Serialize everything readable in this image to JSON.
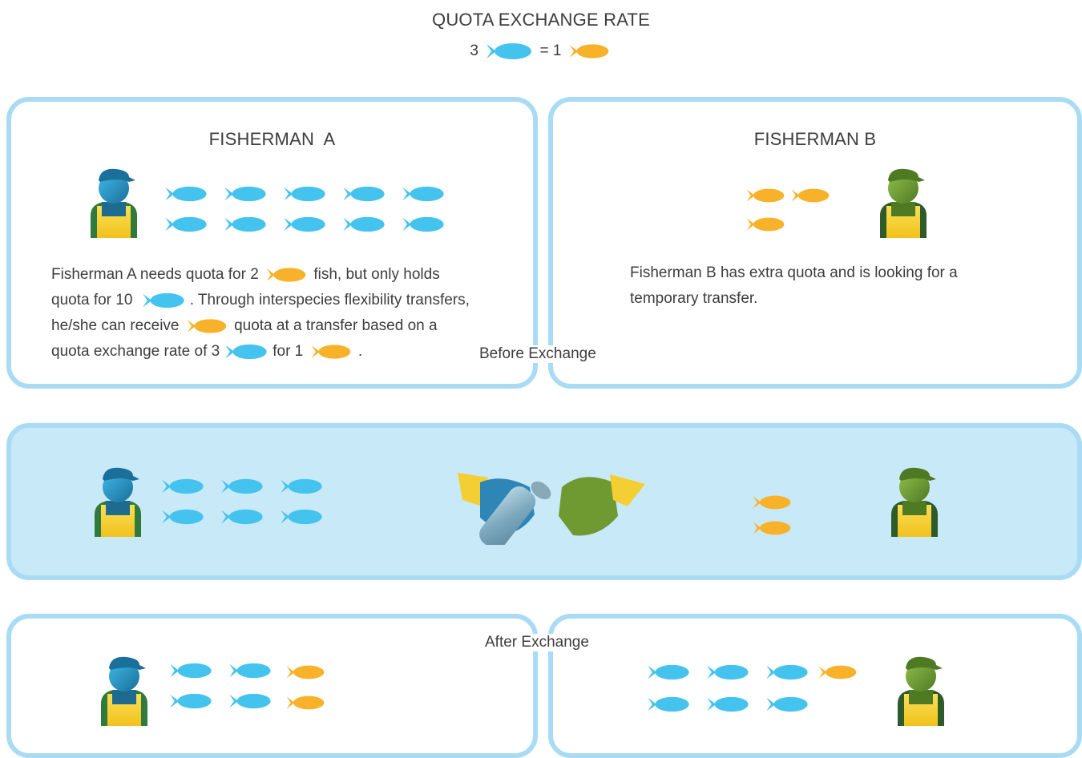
{
  "header": {
    "title": "QUOTA EXCHANGE RATE",
    "left_num": "3",
    "equals": "= 1"
  },
  "before": {
    "fisherman_a": {
      "title": "FISHERMAN  A",
      "t1": "Fisherman A needs quota for 2",
      "t2": "fish, but only holds",
      "t3": "quota for 10",
      "t4": ". Through interspecies flexibility transfers,",
      "t5": "he/she can receive",
      "t6": "quota at a transfer based on a",
      "t7": "quota exchange rate of 3",
      "t8": "for 1",
      "t9": "."
    },
    "fisherman_b": {
      "title": "FISHERMAN B",
      "line1": "Fisherman B has extra quota and is looking for a",
      "line2": "temporary transfer."
    },
    "label": "Before Exchange"
  },
  "after": {
    "label": "After Exchange"
  },
  "colors": {
    "blue_fish": "#45c3ef",
    "orange_fish": "#f8b22a",
    "panel_border": "#a9dcf4",
    "panel_mid_bg": "#c8e9f8",
    "fisherman_a": "#2e9fd0",
    "fisherman_b": "#7aa83a",
    "apron": "#f4cf33"
  },
  "icons": {
    "blue_fish": "blue-fish-icon",
    "orange_fish": "orange-fish-icon",
    "fisherman_a": "fisherman-a-icon",
    "fisherman_b": "fisherman-b-icon",
    "handshake": "handshake-icon"
  }
}
